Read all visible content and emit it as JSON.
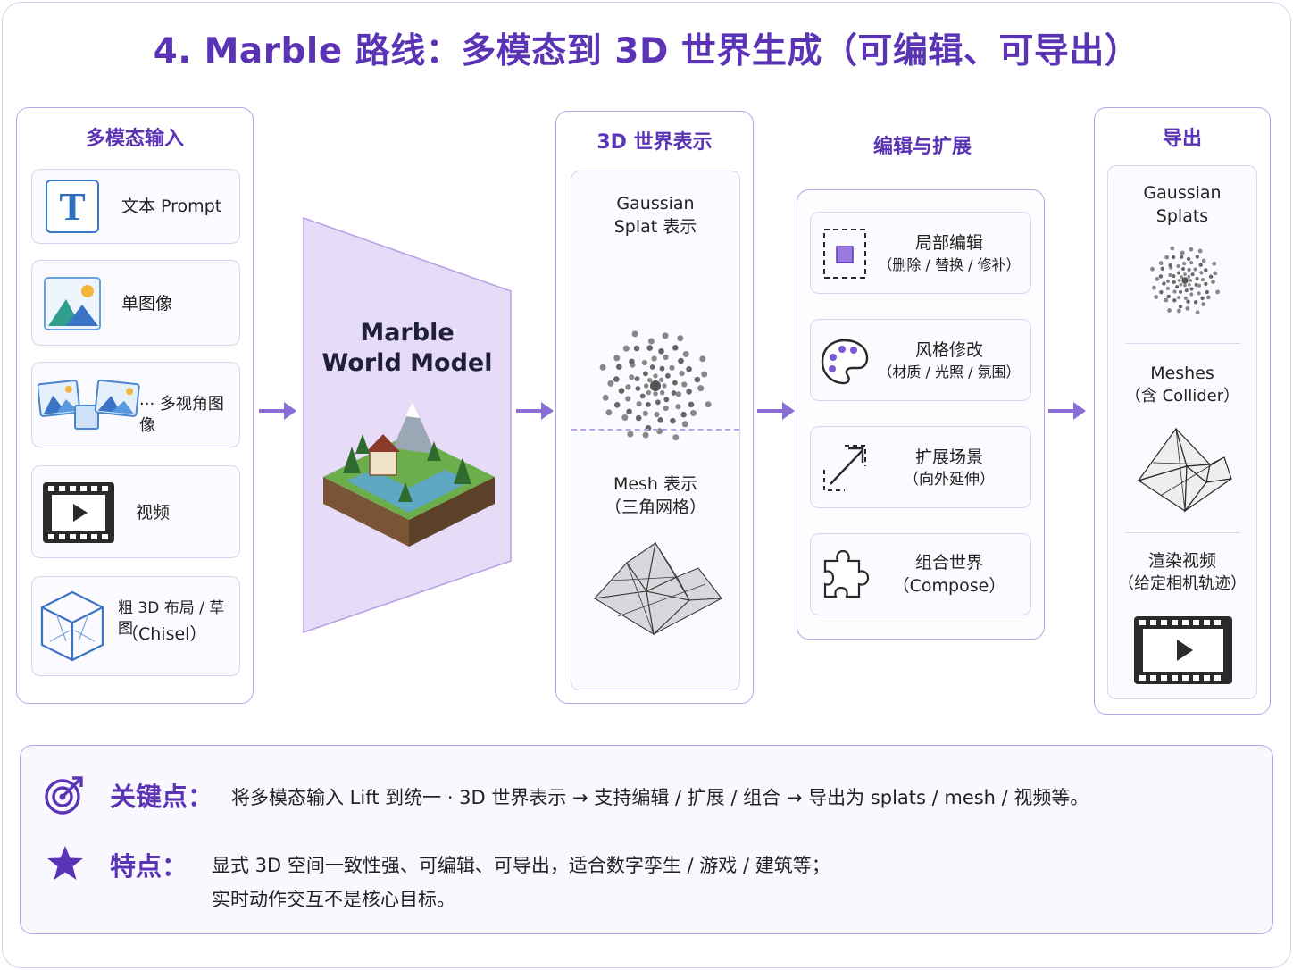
{
  "title": "4. Marble 路线：多模态到 3D 世界生成（可编辑、可导出）",
  "inputs": {
    "heading": "多模态输入",
    "items": [
      {
        "label": "文本 Prompt",
        "icon": "text-t-icon"
      },
      {
        "label": "单图像",
        "icon": "image-icon"
      },
      {
        "label": "··· 多视角图像",
        "icon": "multi-view-images-icon"
      },
      {
        "label": "视频",
        "icon": "film-icon"
      },
      {
        "label_line1": "粗 3D 布局 / 草图",
        "label_line2": "（Chisel）",
        "icon": "wireframe-cube-icon"
      }
    ]
  },
  "model": {
    "line1": "Marble",
    "line2": "World Model",
    "icon": "diorama-island-icon"
  },
  "representation": {
    "heading": "3D 世界表示",
    "gaussian": {
      "line1": "Gaussian",
      "line2": "Splat 表示"
    },
    "mesh": {
      "line1": "Mesh 表示",
      "line2": "（三角网格）"
    }
  },
  "editing": {
    "heading": "编辑与扩展",
    "items": [
      {
        "line1": "局部编辑",
        "line2": "（删除 / 替换 / 修补）",
        "icon": "selection-box-icon"
      },
      {
        "line1": "风格修改",
        "line2": "（材质 / 光照 / 氛围）",
        "icon": "palette-icon"
      },
      {
        "line1": "扩展场景",
        "line2": "（向外延伸）",
        "icon": "expand-arrow-icon"
      },
      {
        "line1": "组合世界",
        "line2": "（Compose）",
        "icon": "puzzle-icon"
      }
    ]
  },
  "export": {
    "heading": "导出",
    "splats": {
      "line1": "Gaussian",
      "line2": "Splats"
    },
    "meshes": {
      "line1": "Meshes",
      "line2": "（含 Collider）"
    },
    "video": {
      "line1": "渲染视频",
      "line2": "（给定相机轨迹）"
    }
  },
  "summary": {
    "key_label": "关键点：",
    "key_text": "将多模态输入 Lift 到统一 · 3D 世界表示 → 支持编辑 / 扩展 / 组合 → 导出为 splats / mesh / 视频等。",
    "feature_label": "特点：",
    "feature_line1": "显式 3D 空间一致性强、可编辑、可导出，适合数字孪生 / 游戏 / 建筑等；",
    "feature_line2": "实时动作交互不是核心目标。"
  },
  "colors": {
    "accent": "#5b34b5",
    "arrow": "#8a6cd6",
    "panel": "#e8e0f8"
  }
}
